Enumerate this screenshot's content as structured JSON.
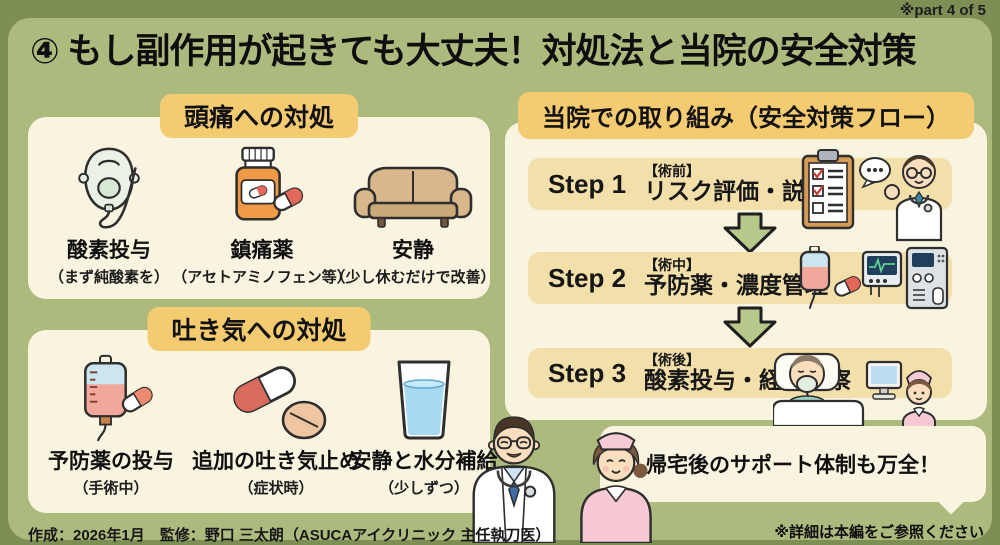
{
  "page": {
    "part_label": "※part 4 of 5",
    "title": "④ もし副作用が起きても大丈夫！対処法と当院の安全対策",
    "support_note": "帰宅後のサポート体制も万全！",
    "footer_left": "作成：2026年1月　監修：野口 三太朗（ASUCAアイクリニック 主任執刀医）",
    "footer_right": "※詳細は本編をご参照ください"
  },
  "headache_panel": {
    "heading": "頭痛への対処",
    "items": [
      {
        "icon": "oxygen-mask-icon",
        "label": "酸素投与",
        "sub": "（まず純酸素を）"
      },
      {
        "icon": "painkiller-bottle-icon",
        "label": "鎮痛薬",
        "sub": "（アセトアミノフェン等）"
      },
      {
        "icon": "sofa-icon",
        "label": "安静",
        "sub": "（少し休むだけで改善）"
      }
    ]
  },
  "nausea_panel": {
    "heading": "吐き気への対処",
    "items": [
      {
        "icon": "iv-bag-icon",
        "label": "予防薬の投与",
        "sub": "（手術中）"
      },
      {
        "icon": "capsule-tablet-icon",
        "label": "追加の吐き気止め",
        "sub": "（症状時）"
      },
      {
        "icon": "water-glass-icon",
        "label": "安静と水分補給",
        "sub": "（少しずつ）"
      }
    ]
  },
  "flow_panel": {
    "heading": "当院での取り組み（安全対策フロー）",
    "steps": [
      {
        "name": "Step 1",
        "phase": "【術前】",
        "action": "リスク評価・説明"
      },
      {
        "name": "Step 2",
        "phase": "【術中】",
        "action": "予防薬・濃度管理"
      },
      {
        "name": "Step 3",
        "phase": "【術後】",
        "action": "酸素投与・経過観察"
      }
    ]
  },
  "colors": {
    "outer_bg": "#7E8F55",
    "inner_bg": "#ADBA7D",
    "panel_bg": "#F9F4DF",
    "badge_bg": "#F5CB72",
    "step_row_bg": "#F3DFA9",
    "arrow_fill": "#B6C98B",
    "text": "#161616"
  }
}
